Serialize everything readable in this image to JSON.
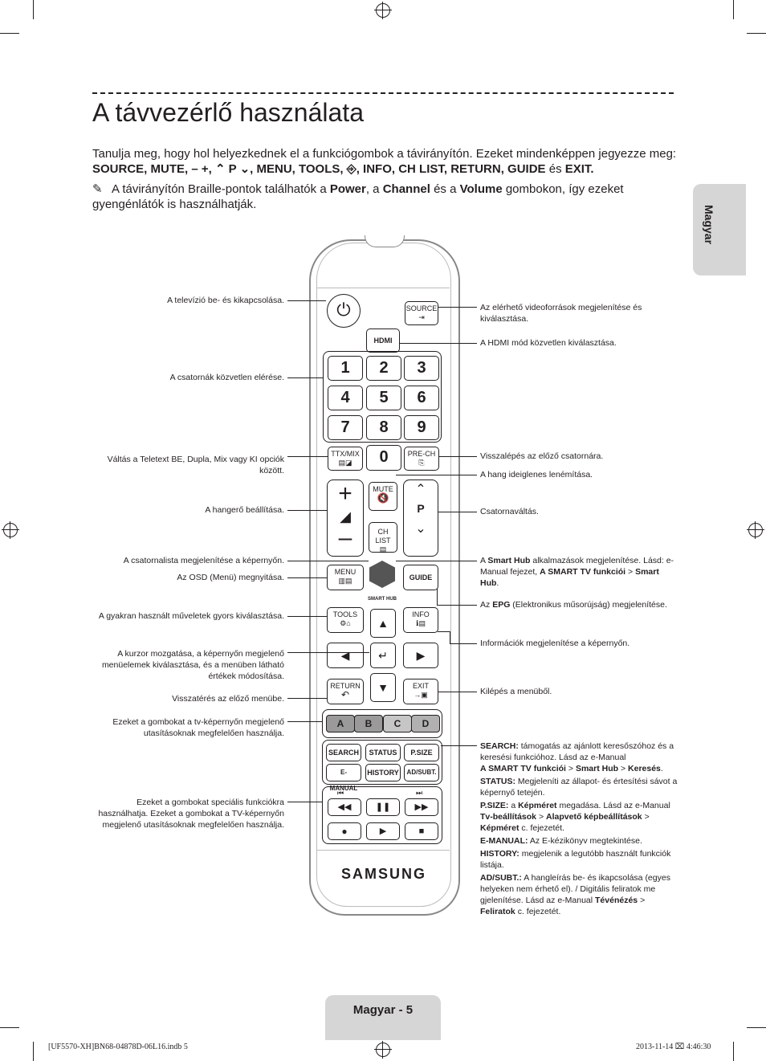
{
  "page": {
    "title": "A távvezérlő használata",
    "intro_text": "Tanulja meg, hogy hol helyezkednek el a funkciógombok a távirányítón. Ezeket mindenképpen jegyezze meg:",
    "intro_keys": "SOURCE, MUTE, –  +, ⌃ P ⌄, MENU, TOOLS, ⎆, INFO, CH LIST, RETURN, GUIDE",
    "intro_and": "és",
    "intro_exit": "EXIT.",
    "note_pre": "A távirányítón Braille-pontok találhatók a",
    "note_power": "Power",
    "note_comma": ", a",
    "note_channel": "Channel",
    "note_and": "és a",
    "note_volume": "Volume",
    "note_post": "gombokon, így ezeket gyengénlátók is használhatják.",
    "side_tab": "Magyar",
    "footer": "Magyar - 5",
    "slug_left": "[UF5570-XH]BN68-04878D-06L16.indb   5",
    "slug_right": "2013-11-14   ⌧ 4:46:30"
  },
  "labels_left": [
    "A televízió be- és kikapcsolása.",
    "A csatornák közvetlen elérése.",
    "Váltás a Teletext BE, Dupla, Mix vagy KI opciók között.",
    "A hangerő beállítása.",
    "A csatornalista megjelenítése a képernyőn.",
    "Az OSD (Menü) megnyitása.",
    "A gyakran használt műveletek gyors kiválasztása.",
    "A kurzor mozgatása, a képernyőn megjelenő menüelemek kiválasztása, és a menüben látható értékek módosítása.",
    "Visszatérés az előző menübe.",
    "Ezeket a gombokat a tv-képernyőn megjelenő utasításoknak megfelelően használja.",
    "Ezeket a gombokat speciális funkciókra használhatja. Ezeket a gombokat a TV-képernyőn megjelenő utasításoknak megfelelően használja."
  ],
  "labels_right": {
    "source": "Az elérhető videoforrások megjelenítése és kiválasztása.",
    "hdmi": "A HDMI mód közvetlen kiválasztása.",
    "prech": "Visszalépés az előző csatornára.",
    "mute": "A hang ideiglenes lenémítása.",
    "channel": "Csatornaváltás.",
    "smarthub_a": "A",
    "smarthub_b": "Smart Hub",
    "smarthub_c": "alkalmazások megjelenítése. Lásd: e-Manual fejezet,",
    "smarthub_d": "A SMART TV funkciói",
    "smarthub_e": ">",
    "smarthub_f": "Smart Hub",
    "smarthub_g": ".",
    "epg_a": "Az",
    "epg_b": "EPG",
    "epg_c": "(Elektronikus műsorújság) megjelenítése.",
    "info": "Információk megjelenítése a képernyőn.",
    "exit": "Kilépés a menüből.",
    "search_k": "SEARCH:",
    "search_t": "támogatás az ajánlott keresőszóhoz és a keresési funkcióhoz. Lásd az e-Manual",
    "search_b1": "A SMART TV funkciói",
    "search_gt1": ">",
    "search_b2": "Smart Hub",
    "search_gt2": ">",
    "search_b3": "Keresés",
    "status_k": "STATUS:",
    "status_t": "Megjeleníti az állapot- és értesítési sávot a képernyő tetején.",
    "psize_k": "P.SIZE:",
    "psize_t1": "a",
    "psize_b1": "Képméret",
    "psize_t2": "megadása. Lásd az e-Manual",
    "psize_b2": "Tv-beállítások",
    "psize_gt1": ">",
    "psize_b3": "Alapvető képbeállítások",
    "psize_gt2": ">",
    "psize_b4": "Képméret",
    "psize_t3": "c. fejezetét.",
    "emanual_k": "E-MANUAL:",
    "emanual_t": "Az E-kézikönyv megtekintése.",
    "history_k": "HISTORY:",
    "history_t": "megjelenik a legutóbb használt funkciók listája.",
    "adsubt_k": "AD/SUBT.:",
    "adsubt_t": "A hangleírás be- és ikapcsolása (egyes helyeken nem érhető el). / Digitális feliratok me gjelenítése. Lásd az e-Manual",
    "adsubt_b1": "Tévénézés",
    "adsubt_gt": ">",
    "adsubt_b2": "Feliratok",
    "adsubt_t2": "c. fejezetét."
  },
  "remote": {
    "source": "SOURCE",
    "hdmi": "HDMI",
    "digits": [
      "1",
      "2",
      "3",
      "4",
      "5",
      "6",
      "7",
      "8",
      "9"
    ],
    "zero": "0",
    "ttx": "TTX/MIX",
    "prech": "PRE-CH",
    "mute": "MUTE",
    "chlist": "CH LIST",
    "p": "P",
    "menu": "MENU",
    "guide": "GUIDE",
    "smarthub": "SMART HUB",
    "tools": "TOOLS",
    "info": "INFO",
    "return": "RETURN",
    "exit": "EXIT",
    "colors": [
      "A",
      "B",
      "C",
      "D"
    ],
    "func": [
      "SEARCH",
      "STATUS",
      "P.SIZE",
      "E-MANUAL",
      "HISTORY",
      "AD/SUBT."
    ],
    "brand": "SAMSUNG"
  },
  "colors": {
    "color_keys": "#9a9a9a",
    "tab": "#d6d6d6"
  }
}
